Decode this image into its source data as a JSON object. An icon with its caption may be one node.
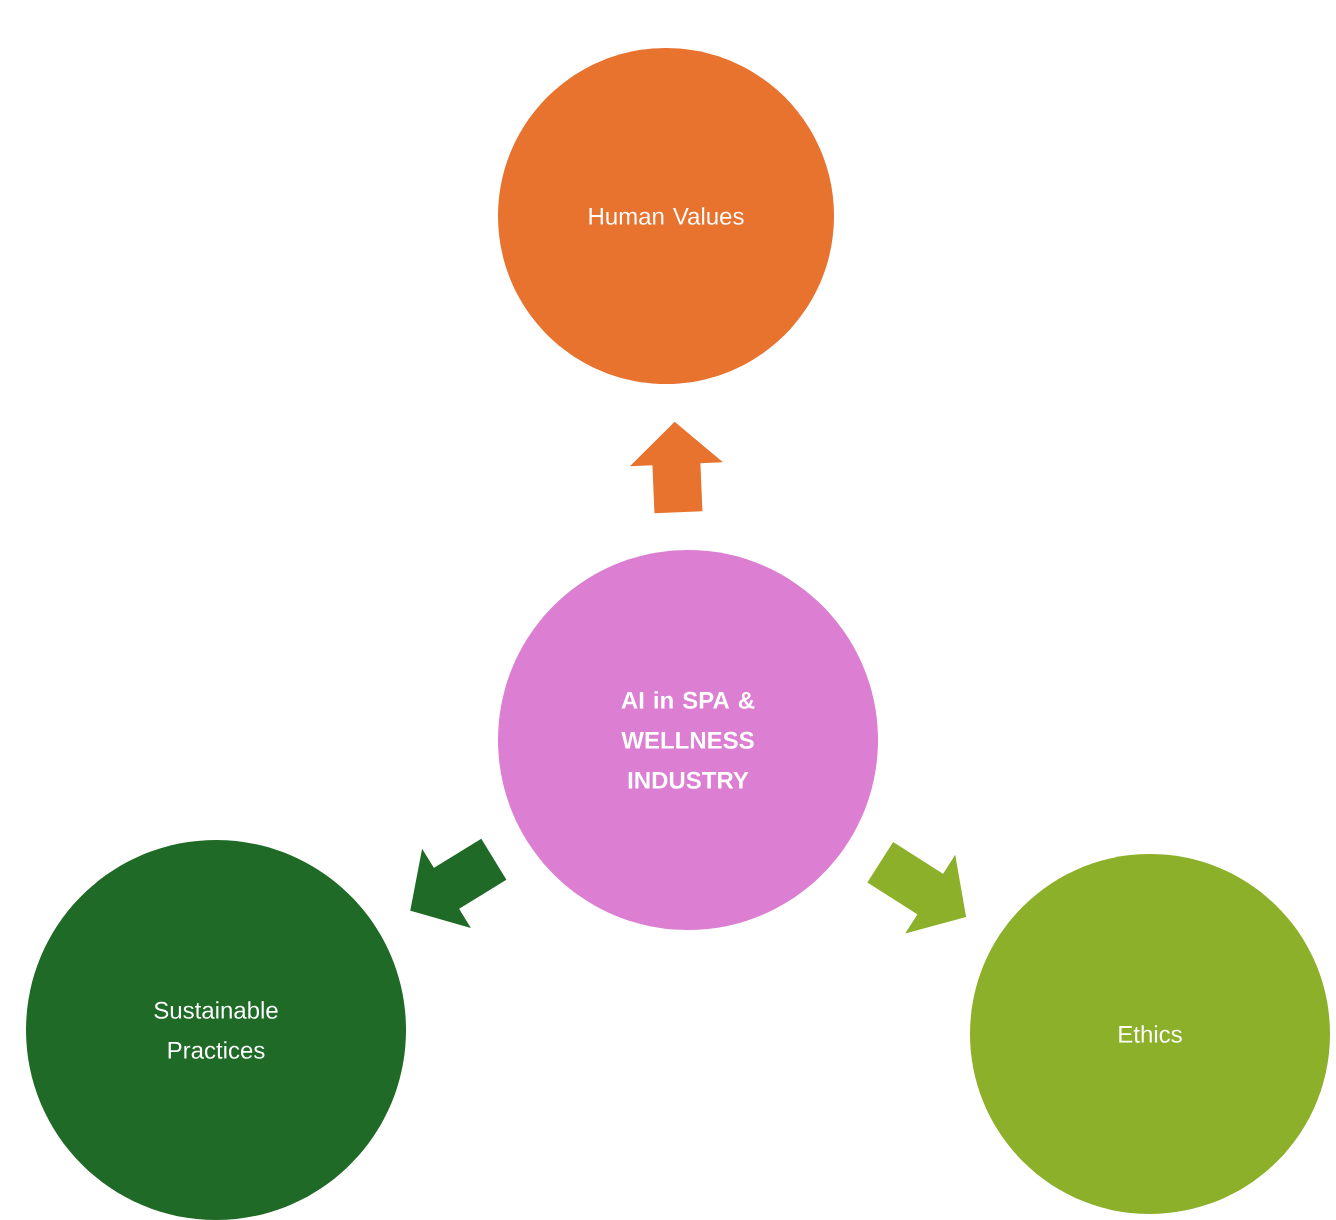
{
  "diagram": {
    "nodes": [
      {
        "text": [
          "Human Values"
        ]
      },
      {
        "text": [
          "AI in SPA & WELLNESS INDUSTRY"
        ]
      },
      {
        "text": [
          "Sustainable Practices"
        ]
      },
      {
        "text": [
          "Ethics"
        ]
      }
    ],
    "edges": [
      {
        "from": 1,
        "to": 0,
        "arrow": "to",
        "color": "#e8732f"
      },
      {
        "from": 1,
        "to": 2,
        "arrow": "to",
        "color": "#1f6a27"
      },
      {
        "from": 1,
        "to": 3,
        "arrow": "to",
        "color": "#8cb02a"
      }
    ]
  }
}
